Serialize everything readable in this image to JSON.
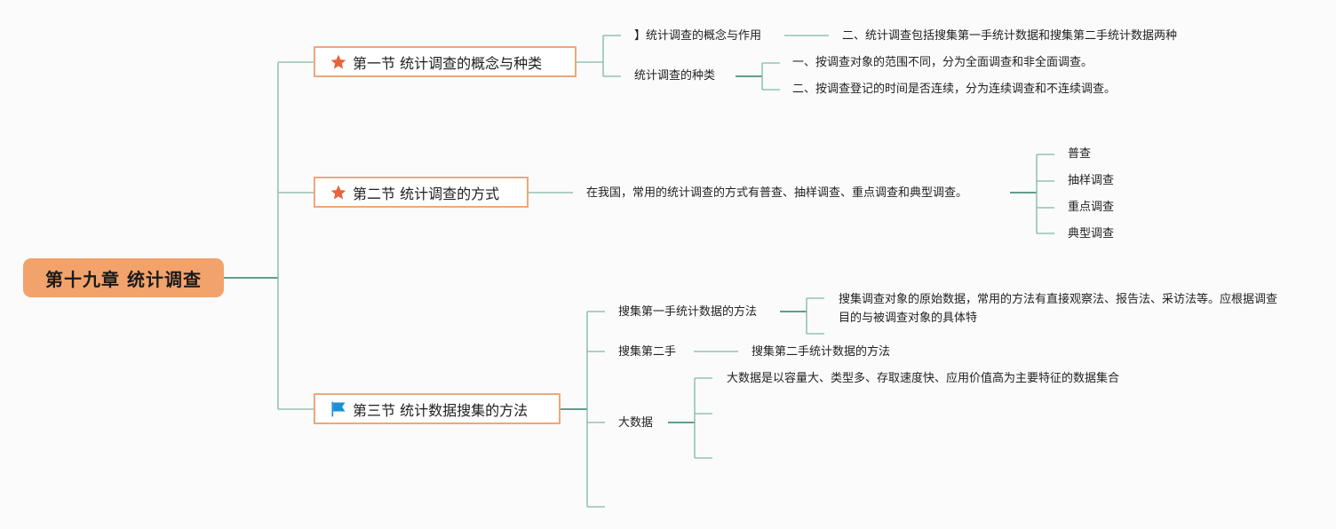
{
  "root": {
    "title": "第十九章 统计调查"
  },
  "sections": [
    {
      "title": "第一节 统计调查的概念与种类",
      "icon": "star-icon",
      "branches": [
        {
          "label": "】统计调查的概念与作用",
          "children": [
            "二、统计调查包括搜集第一手统计数据和搜集第二手统计数据两种"
          ]
        },
        {
          "label": "统计调查的种类",
          "children": [
            "一、按调查对象的范围不同，分为全面调查和非全面调查。",
            "二、按调查登记的时间是否连续，分为连续调查和不连续调查。"
          ]
        }
      ]
    },
    {
      "title": "第二节 统计调查的方式",
      "icon": "star-icon",
      "branches": [
        {
          "label": "在我国，常用的统计调查的方式有普查、抽样调查、重点调查和典型调查。",
          "children": [
            "普查",
            "抽样调查",
            "重点调查",
            "典型调查"
          ]
        }
      ]
    },
    {
      "title": "第三节 统计数据搜集的方法",
      "icon": "flag-icon",
      "branches": [
        {
          "label": "搜集第一手统计数据的方法",
          "children": [
            "搜集调查对象的原始数据，常用的方法有直接观察法、报告法、采访法等。应根据调查目的与被调查对象的具体特"
          ]
        },
        {
          "label": "搜集第二手",
          "children": [
            "搜集第二手统计数据的方法"
          ]
        },
        {
          "label": "大数据",
          "children": [
            "大数据是以容量大、类型多、存取速度快、应用价值高为主要特征的数据集合"
          ]
        }
      ]
    }
  ],
  "colors": {
    "root_fill": "#f2a36b",
    "topic_border": "#efa77a",
    "connector": "#7fb7a8",
    "star": "#e8643c",
    "flag": "#1d8fd6"
  }
}
